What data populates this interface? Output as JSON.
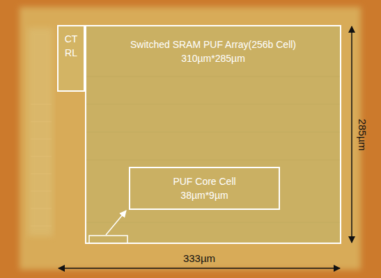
{
  "diagram": {
    "nodes": [
      {
        "text": [
          "Switched SRAM PUF Array(256b Cell)",
          "310µm*285µm"
        ]
      },
      {
        "text": [
          "CT RL"
        ]
      },
      {
        "text": [
          "PUF Core Cell",
          "38µm*9µm"
        ],
        "in": 0
      }
    ],
    "labels": [
      "285µm",
      "333µm"
    ]
  }
}
